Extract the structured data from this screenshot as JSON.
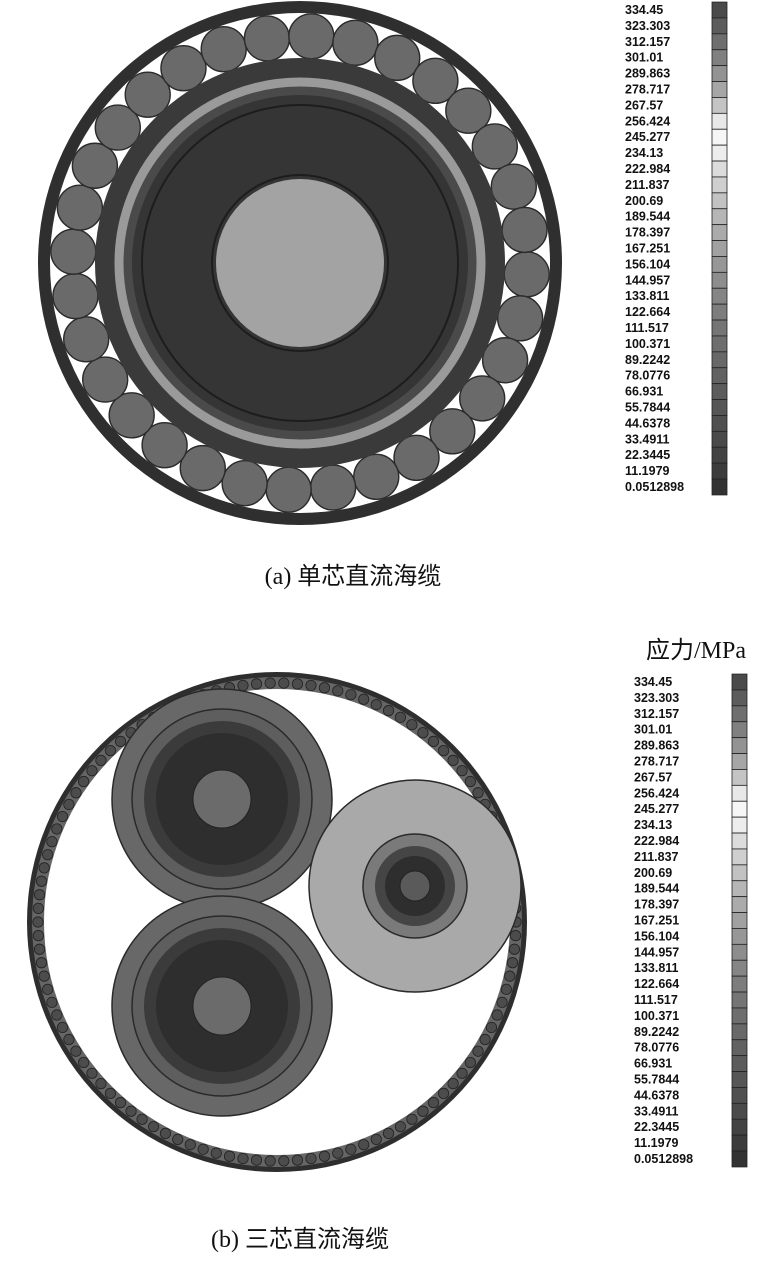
{
  "figure_a": {
    "caption": "(a) 单芯直流海缆",
    "legend_ticks": [
      "334.45",
      "323.303",
      "312.157",
      "301.01",
      "289.863",
      "278.717",
      "267.57",
      "256.424",
      "245.277",
      "234.13",
      "222.984",
      "211.837",
      "200.69",
      "189.544",
      "178.397",
      "167.251",
      "156.104",
      "144.957",
      "133.811",
      "122.664",
      "111.517",
      "100.371",
      "89.2242",
      "78.0776",
      "66.931",
      "55.7844",
      "44.6378",
      "33.4911",
      "22.3445",
      "11.1979",
      "0.0512898"
    ]
  },
  "figure_b": {
    "caption": "(b) 三芯直流海缆",
    "unit_label": "应力/MPa",
    "legend_ticks": [
      "334.45",
      "323.303",
      "312.157",
      "301.01",
      "289.863",
      "278.717",
      "267.57",
      "256.424",
      "245.277",
      "234.13",
      "222.984",
      "211.837",
      "200.69",
      "189.544",
      "178.397",
      "167.251",
      "156.104",
      "144.957",
      "133.811",
      "122.664",
      "111.517",
      "100.371",
      "89.2242",
      "78.0776",
      "66.931",
      "55.7844",
      "44.6378",
      "33.4911",
      "22.3445",
      "11.1979",
      "0.0512898"
    ]
  },
  "colors": {
    "legend_swatches": [
      "#4a4a4a",
      "#5c5c5c",
      "#6e6e6e",
      "#808080",
      "#939393",
      "#a6a6a6",
      "#c4c4c4",
      "#e8e8e8",
      "#f6f6f6",
      "#ededed",
      "#dcdcdc",
      "#cfcfcf",
      "#c2c2c2",
      "#b6b6b6",
      "#ababab",
      "#a1a1a1",
      "#979797",
      "#8d8d8d",
      "#858585",
      "#7d7d7d",
      "#757575",
      "#6e6e6e",
      "#686868",
      "#626262",
      "#5c5c5c",
      "#565656",
      "#505050",
      "#4a4a4a",
      "#434343",
      "#3c3c3c",
      "#333333"
    ]
  }
}
